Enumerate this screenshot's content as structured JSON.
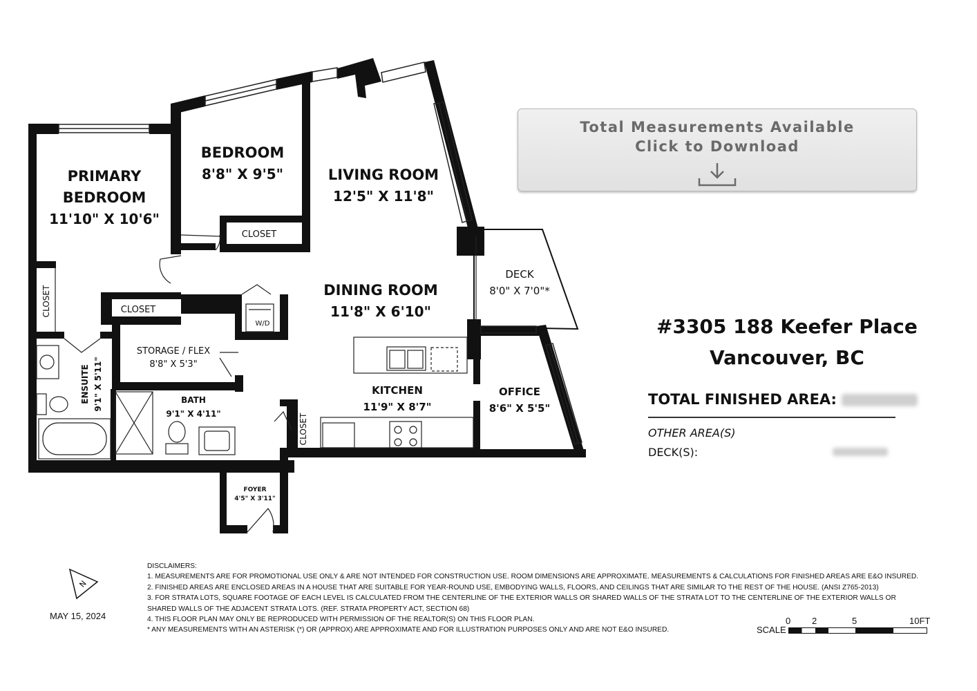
{
  "rooms": {
    "primary_bedroom": {
      "name1": "PRIMARY",
      "name2": "BEDROOM",
      "dims": "11'10\" X 10'6\""
    },
    "bedroom": {
      "name": "BEDROOM",
      "dims": "8'8\" X 9'5\""
    },
    "living_room": {
      "name": "LIVING ROOM",
      "dims": "12'5\" X 11'8\""
    },
    "dining_room": {
      "name": "DINING ROOM",
      "dims": "11'8\" X 6'10\""
    },
    "deck": {
      "name": "DECK",
      "dims": "8'0\" X 7'0\"*"
    },
    "kitchen": {
      "name": "KITCHEN",
      "dims": "11'9\" X 8'7\""
    },
    "office": {
      "name": "OFFICE",
      "dims": "8'6\" X 5'5\""
    },
    "storage_flex": {
      "name": "STORAGE / FLEX",
      "dims": "8'8\" X 5'3\""
    },
    "bath": {
      "name": "BATH",
      "dims": "9'1\" X 4'11\""
    },
    "ensuite": {
      "name": "ENSUITE",
      "dims": "9'1\" X 5'11\""
    },
    "foyer": {
      "name": "FOYER",
      "dims": "4'5\" X 3'11\""
    }
  },
  "closets": {
    "bedroom_closet": "CLOSET",
    "primary_closet": "CLOSET",
    "hall_closet": "CLOSET",
    "foyer_closet": "CLOSET"
  },
  "fixtures": {
    "washer_dryer": "W/D"
  },
  "download": {
    "line1": "Total Measurements Available",
    "line2": "Click to Download"
  },
  "address": {
    "line1": "#3305 188 Keefer Place",
    "line2": "Vancouver, BC"
  },
  "areas": {
    "total_finished_label": "TOTAL FINISHED AREA:",
    "other_areas_label": "OTHER AREA(S)",
    "decks_label": "DECK(S):"
  },
  "disclaimers": {
    "heading": "DISCLAIMERS:",
    "items": [
      "1. MEASUREMENTS ARE FOR PROMOTIONAL USE ONLY & ARE NOT INTENDED FOR CONSTRUCTION USE. ROOM DIMENSIONS ARE APPROXIMATE. MEASUREMENTS & CALCULATIONS FOR FINISHED AREAS ARE E&O INSURED.",
      "2. FINISHED AREAS ARE ENCLOSED AREAS IN A HOUSE THAT ARE SUITABLE FOR YEAR-ROUND USE, EMBODYING WALLS, FLOORS, AND CEILINGS THAT ARE SIMILAR TO THE REST OF THE HOUSE. (ANSI Z765-2013)",
      "3. FOR STRATA LOTS, SQUARE FOOTAGE OF EACH LEVEL IS CALCULATED FROM THE CENTERLINE OF THE EXTERIOR WALLS OR SHARED WALLS OF THE STRATA LOT TO THE CENTERLINE OF THE EXTERIOR WALLS OR",
      "SHARED WALLS OF THE ADJACENT STRATA LOTS. (REF. STRATA PROPERTY ACT, SECTION 68)",
      "4. THIS FLOOR PLAN MAY ONLY BE REPRODUCED WITH PERMISSION OF THE REALTOR(S) ON THIS FLOOR PLAN.",
      "* ANY MEASUREMENTS WITH AN ASTERISK (*) OR (APPROX) ARE APPROXIMATE AND FOR ILLUSTRATION PURPOSES ONLY AND ARE NOT E&O INSURED."
    ]
  },
  "date": "MAY 15, 2024",
  "compass": {
    "label": "N",
    "icon": "north-arrow-icon"
  },
  "scale": {
    "label": "SCALE",
    "ticks": [
      "0",
      "2",
      "5",
      "10FT"
    ]
  },
  "colors": {
    "wall": "#111111",
    "button_text": "#6a6a6a",
    "button_bg": "#e8e8e8"
  }
}
